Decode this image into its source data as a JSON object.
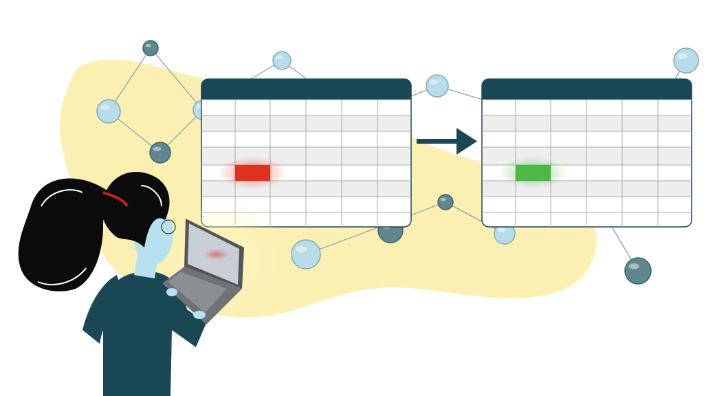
{
  "illustration": {
    "subject": "person-with-laptop-tables-transformation",
    "icons": [
      "table-before-icon",
      "arrow-right-icon",
      "table-after-icon",
      "network-node-icon",
      "laptop-icon"
    ],
    "tables": [
      {
        "state": "before",
        "highlight_color": "#e0301e"
      },
      {
        "state": "after",
        "highlight_color": "#4cb847"
      }
    ]
  },
  "colors": {
    "header": "#1a4754",
    "blob": "#fbf0b2",
    "grid": "#a9a9a9",
    "row_alt": "#eeeeee",
    "node_dark": "#5f8790",
    "node_light": "#b8dcea",
    "hair": "#0b0b0b",
    "sweater": "#1a4754",
    "skin": "#b7e1ef"
  }
}
